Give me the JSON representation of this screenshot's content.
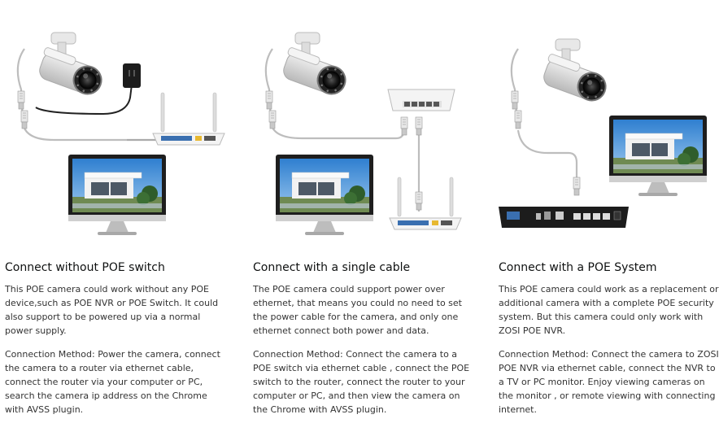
{
  "sections": [
    {
      "heading": "Connect without POE switch",
      "description": "This POE camera could work without any POE device,such as POE NVR or POE Switch. It could also support to be powered up via a normal power supply.",
      "method": "Connection Method: Power the camera, connect the camera to a router via ethernet cable, connect the router via your computer or PC, search the camera ip address on the Chrome with AVSS plugin."
    },
    {
      "heading": "Connect with a single cable",
      "description": "The POE camera could support power over ethernet, that means you could no need to set the power cable for the camera, and only one ethernet connect both power and data.",
      "method": "Connection Method: Connect the camera to a POE switch via ethernet cable , connect the POE switch to the router, connect the router to your computer or PC, and then view the camera on the Chrome with AVSS plugin."
    },
    {
      "heading": "Connect with a POE System",
      "description": "This POE camera could work as a replacement or additional camera with a complete POE security system. But this camera could only work with ZOSI POE NVR.",
      "method": "Connection Method: Connect the camera to ZOSI POE NVR via ethernet cable, connect the NVR to a TV or PC monitor. Enjoy viewing cameras on the monitor , or remote viewing with connecting internet."
    }
  ],
  "icons": {
    "camera": "bullet-camera-icon",
    "router": "router-icon",
    "monitor": "monitor-icon",
    "switch": "poe-switch-icon",
    "nvr": "nvr-icon",
    "adapter": "power-adapter-icon"
  }
}
